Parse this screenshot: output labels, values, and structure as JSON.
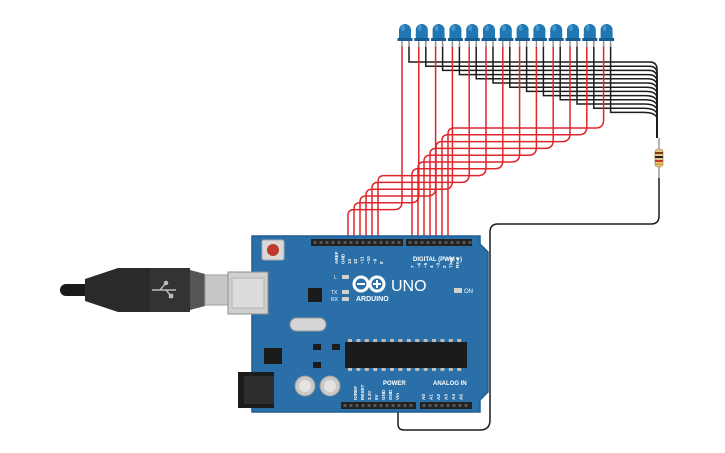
{
  "board": {
    "brand": "ARDUINO",
    "model": "UNO",
    "digital_label": "DIGITAL (PWM ~)",
    "power_label": "POWER",
    "analog_label": "ANALOG IN",
    "led_l": "L",
    "led_tx": "TX",
    "led_rx": "RX",
    "on_label": "ON",
    "top_left_pins": [
      "AREF",
      "GND",
      "13",
      "12",
      "~11",
      "~10",
      "~9",
      "8"
    ],
    "top_right_pins": [
      "7",
      "~6",
      "~5",
      "4",
      "~3",
      "2",
      "TX▸1",
      "RX◂0"
    ],
    "power_pins": [
      "IOREF",
      "RESET",
      "3.3V",
      "5V",
      "GND",
      "GND",
      "Vin"
    ],
    "analog_pins": [
      "A0",
      "A1",
      "A2",
      "A3",
      "A4",
      "A5"
    ]
  },
  "colors": {
    "board": "#2a6fa8",
    "board_edge": "#1f5f93",
    "signal_wire": "#e0252b",
    "ground_wire": "#1c1c1c",
    "led": "#1f78b4",
    "header": "#222222"
  },
  "led_count": 13
}
